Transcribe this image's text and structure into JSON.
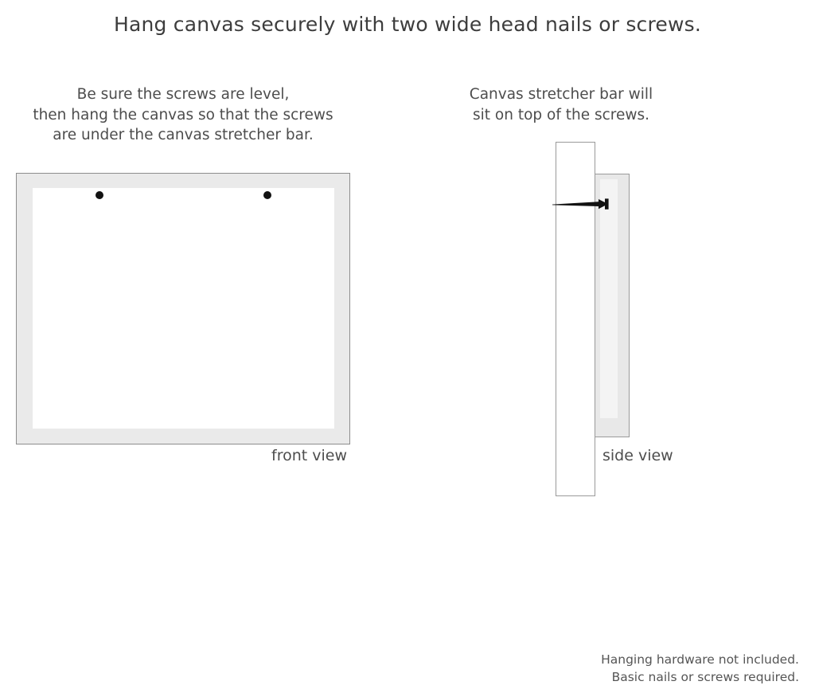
{
  "title": "Hang canvas securely with two wide head nails or screws.",
  "captions": {
    "left": [
      "Be sure the screws are level,",
      "then hang the canvas so that the screws",
      "are under the canvas stretcher bar."
    ],
    "right": [
      "Canvas stretcher bar will",
      "sit on top of the screws."
    ]
  },
  "figures": {
    "front": {
      "label": "front view",
      "screw_count": 2,
      "screw_dot_color": "#121212",
      "frame_color": "#eaeaea",
      "canvas_color": "#ffffff",
      "outline_color": "#8d8d8d"
    },
    "side": {
      "label": "side view",
      "wall_color": "#ffffff",
      "stretcher_bar_color": "#e8e8e8",
      "screw_color": "#121212",
      "outline_color": "#9a9a9a"
    }
  },
  "footer": [
    "Hanging hardware not included.",
    "Basic nails or screws required."
  ]
}
